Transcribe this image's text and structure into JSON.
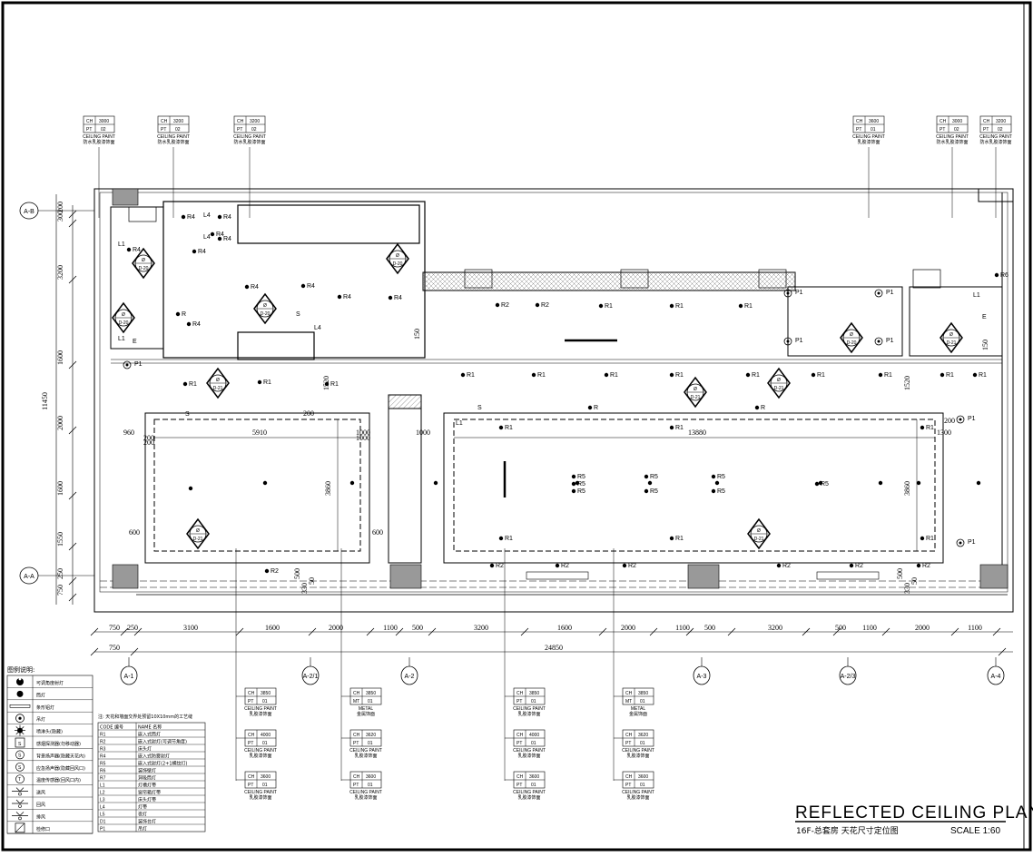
{
  "title": {
    "main": "REFLECTED CEILING PLAN",
    "sub": "16F-总套房 天花尺寸定位图",
    "scale": "SCALE 1:60"
  },
  "grid_axes": {
    "horizontal": [
      "A-1",
      "A-2/1",
      "A-2",
      "A-3",
      "A-2/3",
      "A-4"
    ],
    "vertical": [
      "A-B",
      "A-A"
    ]
  },
  "dimensions": {
    "left_vertical": [
      "300",
      "200",
      "3200",
      "1600",
      "2000",
      "1600",
      "1550",
      "250",
      "750"
    ],
    "left_total": "11450",
    "bottom_row1": [
      "750",
      "250",
      "3100",
      "1600",
      "2000",
      "1100",
      "500",
      "3200",
      "1600",
      "2000",
      "1100",
      "500",
      "3200",
      "500",
      "1100",
      "2000",
      "1100"
    ],
    "bottom_row2": [
      "750",
      "24850"
    ],
    "interior": [
      "5910",
      "13880",
      "3860",
      "3860",
      "960",
      "200",
      "200",
      "1000",
      "1000",
      "1000",
      "1300",
      "600",
      "600",
      "1520",
      "1520",
      "150",
      "150",
      "500",
      "330",
      "50",
      "500",
      "330",
      "50",
      "200",
      "200"
    ]
  },
  "top_tags": [
    {
      "ch": "CH",
      "ch_val": "3000",
      "pt": "PT",
      "pt_val": "02",
      "line1": "CEILING PAINT",
      "line2": "防水乳胶漆饰面"
    },
    {
      "ch": "CH",
      "ch_val": "3200",
      "pt": "PT",
      "pt_val": "02",
      "line1": "CEILING PAINT",
      "line2": "防水乳胶漆饰面"
    },
    {
      "ch": "CH",
      "ch_val": "3200",
      "pt": "PT",
      "pt_val": "02",
      "line1": "CEILING PAINT",
      "line2": "防水乳胶漆饰面"
    },
    {
      "ch": "CH",
      "ch_val": "3600",
      "pt": "PT",
      "pt_val": "01",
      "line1": "CEILING PAINT",
      "line2": "乳胶漆饰面"
    },
    {
      "ch": "CH",
      "ch_val": "3000",
      "pt": "PT",
      "pt_val": "02",
      "line1": "CEILING PAINT",
      "line2": "防水乳胶漆饰面"
    },
    {
      "ch": "CH",
      "ch_val": "3200",
      "pt": "PT",
      "pt_val": "02",
      "line1": "CEILING PAINT",
      "line2": "防水乳胶漆饰面"
    }
  ],
  "bottom_tags": [
    [
      {
        "ch": "CH",
        "ch_val": "3850",
        "pt": "PT",
        "pt_val": "01",
        "line1": "CEILING PAINT",
        "line2": "乳胶漆饰面"
      },
      {
        "ch": "CH",
        "ch_val": "4000",
        "pt": "PT",
        "pt_val": "01",
        "line1": "CEILING PAINT",
        "line2": "乳胶漆饰面"
      },
      {
        "ch": "CH",
        "ch_val": "3600",
        "pt": "PT",
        "pt_val": "01",
        "line1": "CEILING PAINT",
        "line2": "乳胶漆饰面"
      }
    ],
    [
      {
        "ch": "CH",
        "ch_val": "3850",
        "pt": "MT",
        "pt_val": "01",
        "line1": "METAL",
        "line2": "金属饰面"
      },
      {
        "ch": "CH",
        "ch_val": "3620",
        "pt": "PT",
        "pt_val": "01",
        "line1": "CEILING PAINT",
        "line2": "乳胶漆饰面"
      },
      {
        "ch": "CH",
        "ch_val": "3600",
        "pt": "PT",
        "pt_val": "01",
        "line1": "CEILING PAINT",
        "line2": "乳胶漆饰面"
      }
    ],
    [
      {
        "ch": "CH",
        "ch_val": "3850",
        "pt": "PT",
        "pt_val": "01",
        "line1": "CEILING PAINT",
        "line2": "乳胶漆饰面"
      },
      {
        "ch": "CH",
        "ch_val": "4000",
        "pt": "PT",
        "pt_val": "01",
        "line1": "CEILING PAINT",
        "line2": "乳胶漆饰面"
      },
      {
        "ch": "CH",
        "ch_val": "3600",
        "pt": "PT",
        "pt_val": "01",
        "line1": "CEILING PAINT",
        "line2": "乳胶漆饰面"
      }
    ],
    [
      {
        "ch": "CH",
        "ch_val": "3850",
        "pt": "MT",
        "pt_val": "01",
        "line1": "METAL",
        "line2": "金属饰面"
      },
      {
        "ch": "CH",
        "ch_val": "3620",
        "pt": "PT",
        "pt_val": "01",
        "line1": "CEILING PAINT",
        "line2": "乳胶漆饰面"
      },
      {
        "ch": "CH",
        "ch_val": "3600",
        "pt": "PT",
        "pt_val": "01",
        "line1": "CEILING PAINT",
        "line2": "乳胶漆饰面"
      }
    ]
  ],
  "legend": {
    "title": "图例说明:",
    "items": [
      {
        "icon": "adjustable-downlight-icon",
        "text": "可调角度射灯"
      },
      {
        "icon": "downlight-icon",
        "text": "筒灯"
      },
      {
        "icon": "linear-light-icon",
        "text": "条形铝灯"
      },
      {
        "icon": "pendant-light-icon",
        "text": "吊灯"
      },
      {
        "icon": "sprinkler-icon",
        "text": "喷淋头(隐藏)"
      },
      {
        "icon": "smoke-detector-icon",
        "text": "感烟探测器(勿移动器)"
      },
      {
        "icon": "speaker-icon",
        "text": "背景扬声器(隐藏天花内)"
      },
      {
        "icon": "emergency-speaker-icon",
        "text": "应急扬声器(隐藏回风口)"
      },
      {
        "icon": "temperature-sensor-icon",
        "text": "温度传感器(回风口内)"
      },
      {
        "icon": "supply-air-icon",
        "text": "送风"
      },
      {
        "icon": "return-air-icon",
        "text": "回风"
      },
      {
        "icon": "exhaust-air-icon",
        "text": "排风"
      },
      {
        "icon": "access-panel-icon",
        "text": "检修口"
      }
    ]
  },
  "code_table": {
    "note": "注: 天花和墙面交界处预留10X10mm的工艺缝",
    "headers": [
      "CODE 编号",
      "NAME 名称"
    ],
    "rows": [
      [
        "R1",
        "嵌入式筒灯"
      ],
      [
        "R2",
        "嵌入式射灯(可调节角度)"
      ],
      [
        "R3",
        "床头灯"
      ],
      [
        "R4",
        "嵌入式防雾射灯"
      ],
      [
        "R5",
        "嵌入式射灯(2+1横纹灯)"
      ],
      [
        "R6",
        "装饰壁灯"
      ],
      [
        "R7",
        "洞吸筒灯"
      ],
      [
        "L1",
        "灯槽灯带"
      ],
      [
        "L2",
        "窗帘箱灯带"
      ],
      [
        "L3",
        "床头灯带"
      ],
      [
        "L4",
        "灯带"
      ],
      [
        "L5",
        "夜灯"
      ],
      [
        "D1",
        "装饰台灯"
      ],
      [
        "P1",
        "吊灯"
      ]
    ]
  },
  "section_markers": [
    {
      "top": "Ø",
      "bottom": "D-20"
    },
    {
      "top": "Ø",
      "bottom": "D-20"
    },
    {
      "top": "Ø",
      "bottom": "D-20"
    },
    {
      "top": "Ø",
      "bottom": "D-20"
    },
    {
      "top": "Ø",
      "bottom": "D-20"
    },
    {
      "top": "Ø",
      "bottom": "D-21"
    },
    {
      "top": "Ø",
      "bottom": "D-21"
    },
    {
      "top": "Ø",
      "bottom": "D-21"
    },
    {
      "top": "Ø",
      "bottom": "D-21"
    },
    {
      "top": "Ø",
      "bottom": "D-21"
    },
    {
      "top": "Ø",
      "bottom": "D-21"
    }
  ],
  "fixture_labels": [
    "R4",
    "L4",
    "R4",
    "R4",
    "L4",
    "R4",
    "L1",
    "R4",
    "R4",
    "R4",
    "R4",
    "R4",
    "R4",
    "R4",
    "R",
    "S",
    "L4",
    "E",
    "L1",
    "P1",
    "R1",
    "R1",
    "R1",
    "R1",
    "R1",
    "R1",
    "R1",
    "R1",
    "R1",
    "R1",
    "R1",
    "R1",
    "R2",
    "R2",
    "R2",
    "R2",
    "R2",
    "R2",
    "R2",
    "R2",
    "R2",
    "R1",
    "R1",
    "R1",
    "R1",
    "R1",
    "R1",
    "R1",
    "R1",
    "R1",
    "P1",
    "P1",
    "P1",
    "P1",
    "P1",
    "P1",
    "R5",
    "R5",
    "R5",
    "R5",
    "R5",
    "R5",
    "R5",
    "R5",
    "S",
    "S",
    "R",
    "R",
    "L1",
    "L1",
    "E",
    "R6"
  ],
  "colors": {
    "line": "#000000",
    "hatch": "#666666",
    "fill": "#999999"
  }
}
